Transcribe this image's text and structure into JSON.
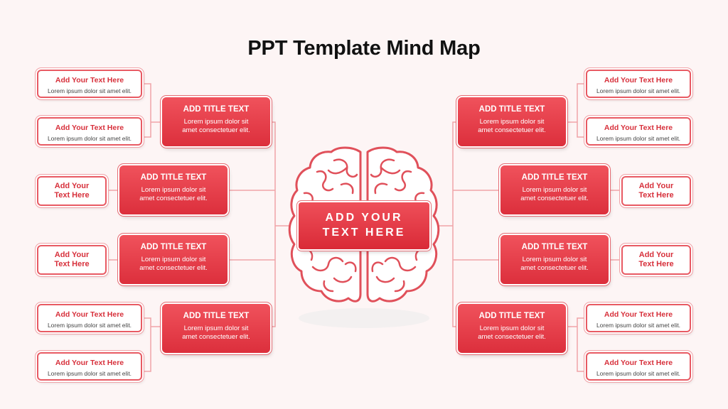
{
  "title": "PPT Template Mind Map",
  "center": {
    "line1": "ADD YOUR",
    "line2": "TEXT HERE"
  },
  "cards": {
    "l1": {
      "title": "ADD TITLE TEXT",
      "desc1": "Lorem ipsum dolor sit",
      "desc2": "amet consectetuer elit."
    },
    "l2": {
      "title": "ADD TITLE TEXT",
      "desc1": "Lorem ipsum dolor sit",
      "desc2": "amet consectetuer elit."
    },
    "l3": {
      "title": "ADD TITLE TEXT",
      "desc1": "Lorem ipsum dolor sit",
      "desc2": "amet consectetuer elit."
    },
    "l4": {
      "title": "ADD TITLE TEXT",
      "desc1": "Lorem ipsum dolor sit",
      "desc2": "amet consectetuer elit."
    },
    "r1": {
      "title": "ADD TITLE TEXT",
      "desc1": "Lorem ipsum dolor sit",
      "desc2": "amet consectetuer elit."
    },
    "r2": {
      "title": "ADD TITLE TEXT",
      "desc1": "Lorem ipsum dolor sit",
      "desc2": "amet consectetuer elit."
    },
    "r3": {
      "title": "ADD TITLE TEXT",
      "desc1": "Lorem ipsum dolor sit",
      "desc2": "amet consectetuer elit."
    },
    "r4": {
      "title": "ADD TITLE TEXT",
      "desc1": "Lorem ipsum dolor sit",
      "desc2": "amet consectetuer elit."
    }
  },
  "leaves": {
    "l1a": {
      "head": "Add Your Text Here",
      "body": "Lorem ipsum dolor sit amet elit."
    },
    "l1b": {
      "head": "Add Your Text Here",
      "body": "Lorem ipsum dolor sit amet elit."
    },
    "l2": {
      "head1": "Add Your",
      "head2": "Text Here"
    },
    "l3": {
      "head1": "Add Your",
      "head2": "Text Here"
    },
    "l4a": {
      "head": "Add Your Text Here",
      "body": "Lorem ipsum dolor sit amet elit."
    },
    "l4b": {
      "head": "Add Your Text Here",
      "body": "Lorem ipsum dolor sit amet elit."
    },
    "r1a": {
      "head": "Add Your Text Here",
      "body": "Lorem ipsum dolor sit amet elit."
    },
    "r1b": {
      "head": "Add Your Text Here",
      "body": "Lorem ipsum dolor sit amet elit."
    },
    "r2": {
      "head1": "Add Your",
      "head2": "Text Here"
    },
    "r3": {
      "head1": "Add Your",
      "head2": "Text Here"
    },
    "r4a": {
      "head": "Add Your Text Here",
      "body": "Lorem ipsum dolor sit amet elit."
    },
    "r4b": {
      "head": "Add Your Text Here",
      "body": "Lorem ipsum dolor sit amet elit."
    }
  },
  "colors": {
    "accent": "#e0323d",
    "accent_light": "#f0a3a8",
    "background": "#fdf5f5",
    "title": "#111111"
  }
}
